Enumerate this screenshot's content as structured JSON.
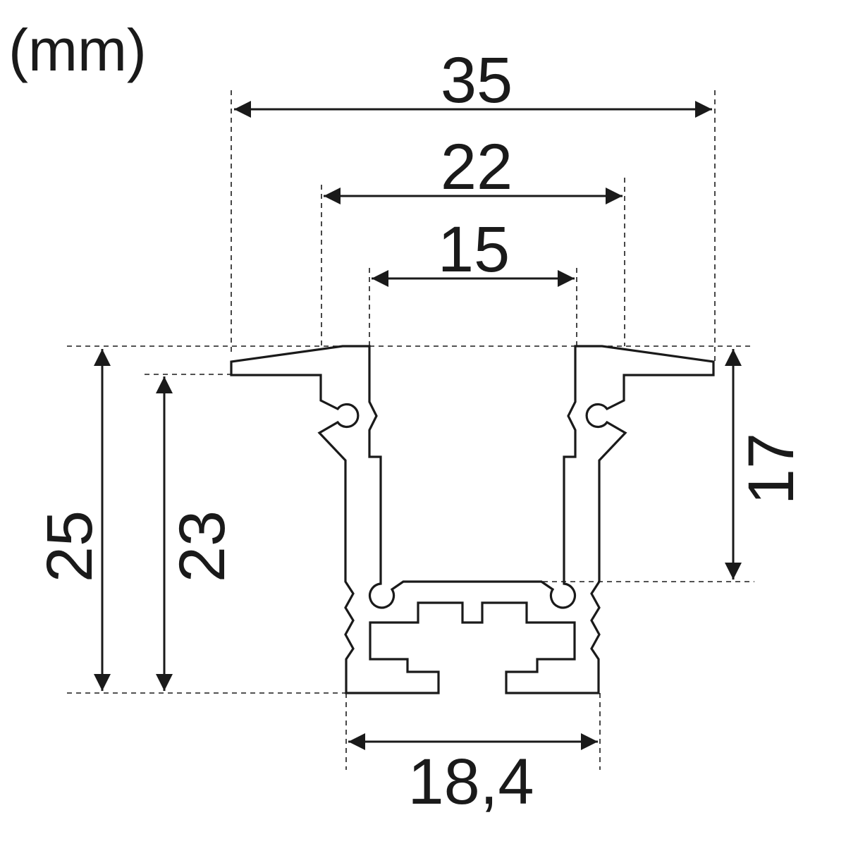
{
  "unit_label": "(mm)",
  "dimensions": {
    "overall_width": "35",
    "channel_outer_width": "22",
    "channel_inner_width": "15",
    "total_height": "25",
    "body_height": "23",
    "channel_depth": "17",
    "base_width": "18,4"
  },
  "colors": {
    "line": "#1a1a1a",
    "background": "#ffffff"
  }
}
